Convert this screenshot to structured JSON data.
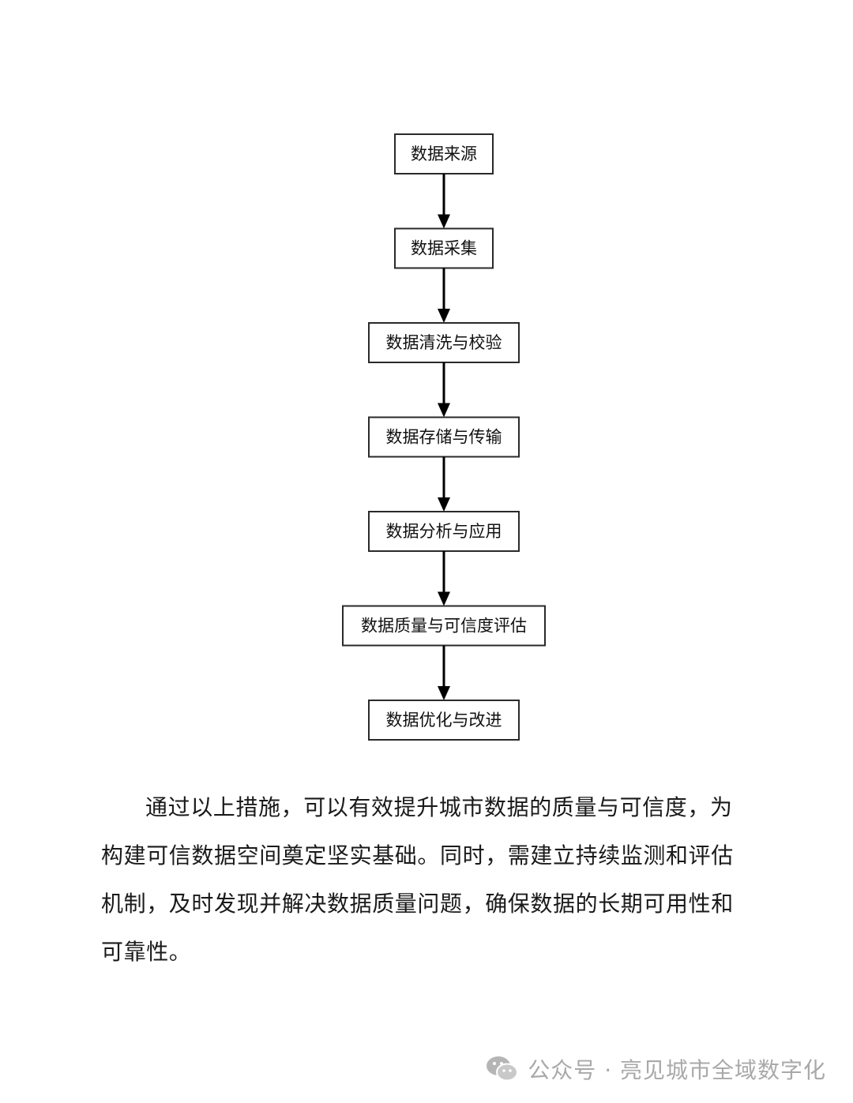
{
  "flowchart": {
    "steps": [
      "数据来源",
      "数据采集",
      "数据清洗与校验",
      "数据存储与传输",
      "数据分析与应用",
      "数据质量与可信度评估",
      "数据优化与改进"
    ]
  },
  "paragraph": "通过以上措施，可以有效提升城市数据的质量与可信度，为构建可信数据空间奠定坚实基础。同时，需建立持续监测和评估机制，及时发现并解决数据质量问题，确保数据的长期可用性和可靠性。",
  "footer": {
    "icon": "wechat-icon",
    "text": "公众号 · 亮见城市全域数字化"
  }
}
